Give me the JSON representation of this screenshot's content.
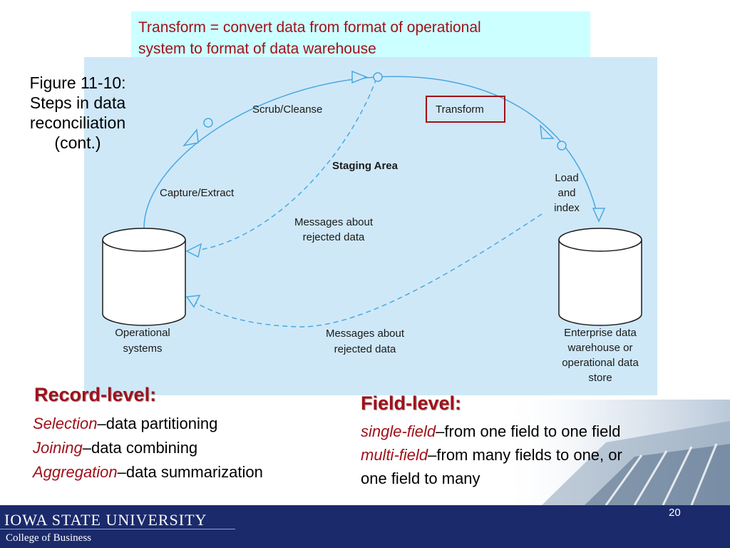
{
  "callout": {
    "line1": "Transform = convert data from format of operational",
    "line2": "system to format of data warehouse"
  },
  "figure_caption": [
    "Figure 11-10:",
    "Steps in data",
    "reconciliation",
    "(cont.)"
  ],
  "diagram": {
    "scrub": "Scrub/Cleanse",
    "transform": "Transform",
    "staging": "Staging Area",
    "capture": "Capture/Extract",
    "load": [
      "Load",
      "and",
      "index"
    ],
    "msg_upper": [
      "Messages about",
      "rejected data"
    ],
    "msg_lower": [
      "Messages about",
      "rejected data"
    ],
    "operational": [
      "Operational",
      "systems"
    ],
    "enterprise": [
      "Enterprise data",
      "warehouse or",
      "operational data",
      "store"
    ]
  },
  "record_level": {
    "heading": "Record-level:",
    "items": [
      {
        "term": "Selection",
        "desc": "–data partitioning"
      },
      {
        "term": "Joining",
        "desc": "–data combining"
      },
      {
        "term": "Aggregation",
        "desc": "–data summarization"
      }
    ]
  },
  "field_level": {
    "heading": "Field-level:",
    "line1_term": "single-field",
    "line1_desc": "–from one field to one field",
    "line2_term": "multi-field",
    "line2_desc": "–from many fields to one, or",
    "line3": "one field to many"
  },
  "footer": {
    "university": "IOWA STATE UNIVERSITY",
    "college": "College of Business",
    "page_number": "20"
  },
  "colors": {
    "accent_red": "#a0111a",
    "callout_bg": "#ccffff",
    "diagram_bg": "#cfe8f8",
    "flow_blue": "#4aa8e0",
    "footer_navy": "#1b2a6b"
  }
}
